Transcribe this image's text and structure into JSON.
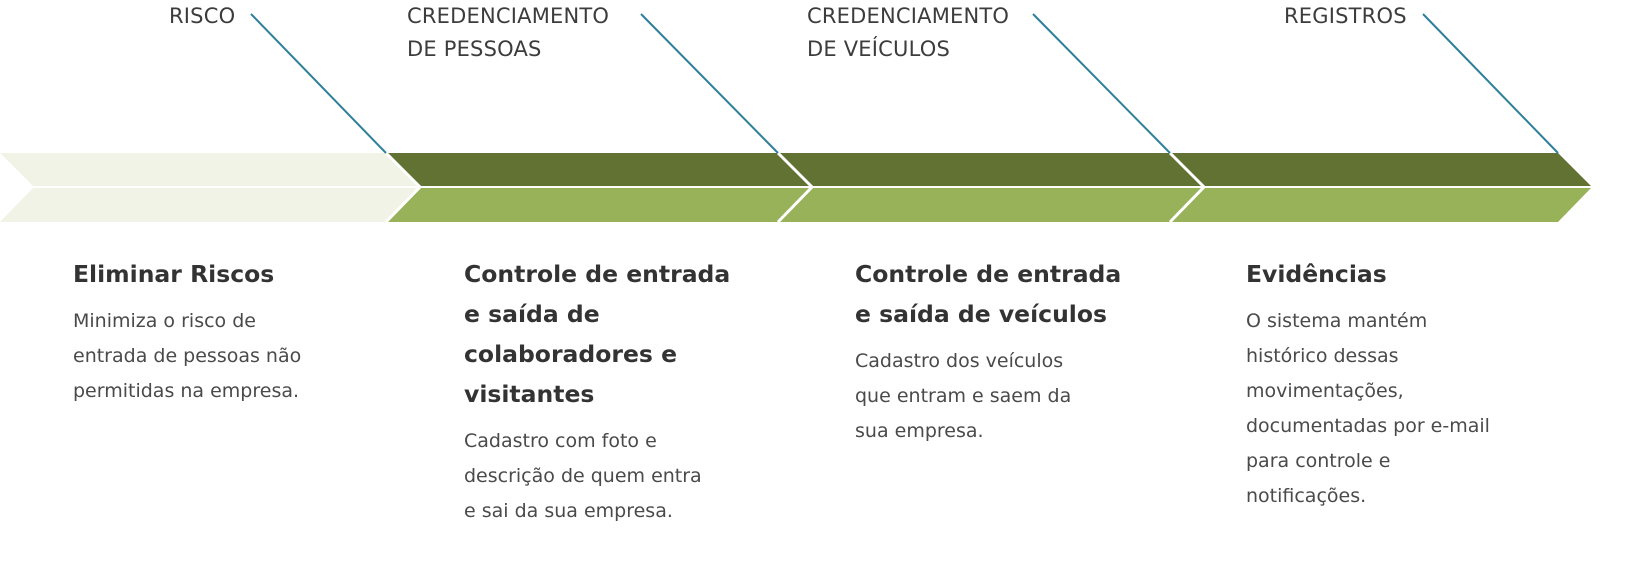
{
  "colors": {
    "faded_chevron": "#f0f3e6",
    "dark_green": "#617233",
    "light_green": "#98b25a",
    "leader_line": "#2e7f99",
    "separator": "#ffffff"
  },
  "steps": [
    {
      "label_lines": [
        "RISCO"
      ],
      "title_lines": [
        "Eliminar Riscos"
      ],
      "text_lines": [
        "Minimiza o risco de",
        "entrada de pessoas não",
        "permitidas na empresa."
      ]
    },
    {
      "label_lines": [
        "CREDENCIAMENTO",
        "DE PESSOAS"
      ],
      "title_lines": [
        "Controle de entrada",
        "e saída de",
        "colaboradores e",
        "visitantes"
      ],
      "text_lines": [
        "Cadastro com foto e",
        "descrição de quem entra",
        "e sai da sua empresa."
      ]
    },
    {
      "label_lines": [
        "CREDENCIAMENTO",
        "DE VEÍCULOS"
      ],
      "title_lines": [
        "Controle de entrada",
        "e saída de veículos"
      ],
      "text_lines": [
        "Cadastro dos veículos",
        "que entram e saem da",
        "sua empresa."
      ]
    },
    {
      "label_lines": [
        "REGISTROS"
      ],
      "title_lines": [
        "Evidências"
      ],
      "text_lines": [
        "O sistema mantém",
        "histórico dessas",
        "movimentações,",
        "documentadas por e-mail",
        "para controle e",
        "notificações."
      ]
    }
  ]
}
